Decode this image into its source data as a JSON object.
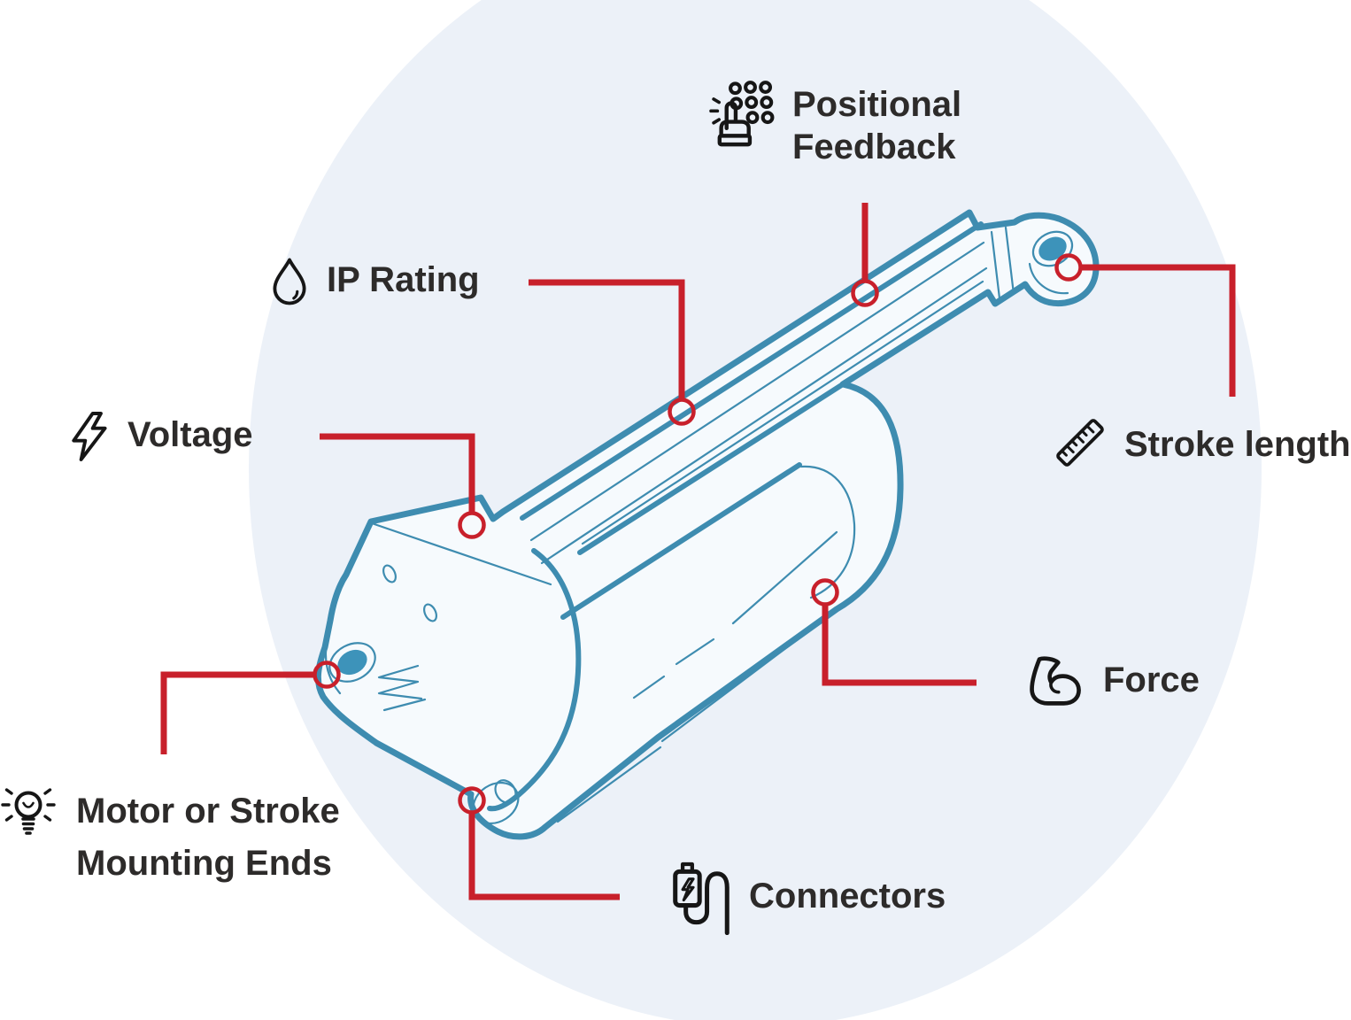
{
  "colors": {
    "background": "#ffffff",
    "halo_circle": "#ecf1f8",
    "drawing_line": "#3e8cb0",
    "drawing_fill": "#f6fafd",
    "hole_fill": "#3d93ba",
    "leader_red": "#c8202b",
    "label_text": "#2d2b2a",
    "icon_ink": "#161616"
  },
  "illustration": {
    "subject_label": "linear-actuator-line-drawing"
  },
  "callouts": [
    {
      "id": "positional-feedback",
      "icon": "hand-keypad-icon",
      "lines": [
        "Positional",
        "Feedback"
      ]
    },
    {
      "id": "ip-rating",
      "icon": "water-drop-icon",
      "label": "IP Rating"
    },
    {
      "id": "voltage",
      "icon": "lightning-bolt-icon",
      "label": "Voltage"
    },
    {
      "id": "stroke-length",
      "icon": "ruler-icon",
      "label": "Stroke length"
    },
    {
      "id": "motor-mounting-ends",
      "icon": "lightbulb-icon",
      "lines": [
        "Motor or Stroke",
        "Mounting Ends"
      ]
    },
    {
      "id": "connectors",
      "icon": "usb-cable-icon",
      "label": "Connectors"
    },
    {
      "id": "force",
      "icon": "bicep-icon",
      "label": "Force"
    }
  ]
}
